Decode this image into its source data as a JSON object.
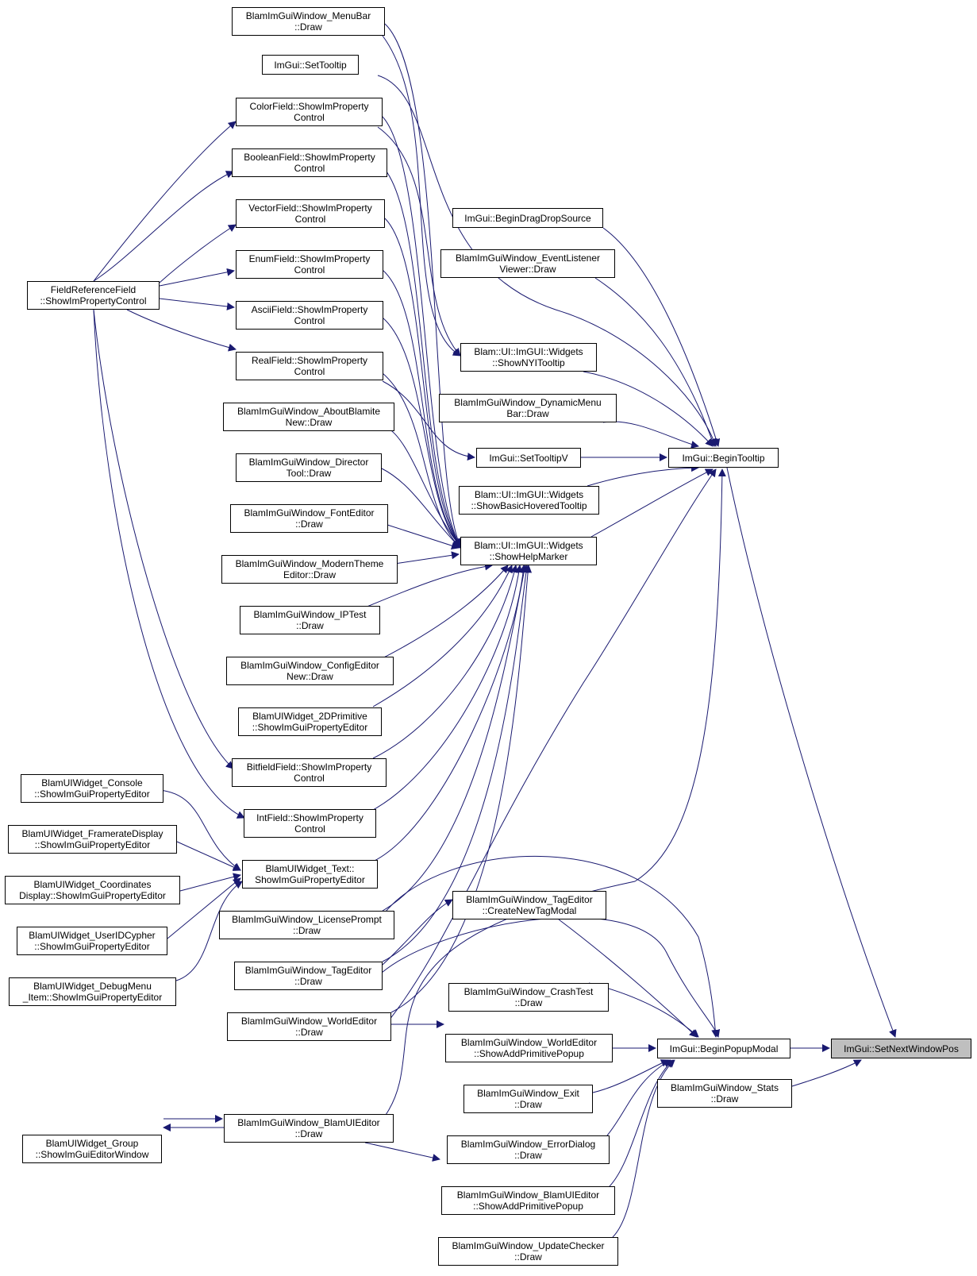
{
  "graph": {
    "nodes": [
      {
        "id": "menubar",
        "lines": [
          "BlamImGuiWindow_MenuBar",
          "::Draw"
        ]
      },
      {
        "id": "settooltip",
        "lines": [
          "ImGui::SetTooltip"
        ]
      },
      {
        "id": "colorfield",
        "lines": [
          "ColorField::ShowImProperty",
          "Control"
        ]
      },
      {
        "id": "booleanfield",
        "lines": [
          "BooleanField::ShowImProperty",
          "Control"
        ]
      },
      {
        "id": "vectorfield",
        "lines": [
          "VectorField::ShowImProperty",
          "Control"
        ]
      },
      {
        "id": "enumfield",
        "lines": [
          "EnumField::ShowImProperty",
          "Control"
        ]
      },
      {
        "id": "asciifield",
        "lines": [
          "AsciiField::ShowImProperty",
          "Control"
        ]
      },
      {
        "id": "realfield",
        "lines": [
          "RealField::ShowImProperty",
          "Control"
        ]
      },
      {
        "id": "aboutblamite",
        "lines": [
          "BlamImGuiWindow_AboutBlamite",
          "New::Draw"
        ]
      },
      {
        "id": "directortool",
        "lines": [
          "BlamImGuiWindow_Director",
          "Tool::Draw"
        ]
      },
      {
        "id": "fonteditor",
        "lines": [
          "BlamImGuiWindow_FontEditor",
          "::Draw"
        ]
      },
      {
        "id": "moderntheme",
        "lines": [
          "BlamImGuiWindow_ModernTheme",
          "Editor::Draw"
        ]
      },
      {
        "id": "iptest",
        "lines": [
          "BlamImGuiWindow_IPTest",
          "::Draw"
        ]
      },
      {
        "id": "configeditor",
        "lines": [
          "BlamImGuiWindow_ConfigEditor",
          "New::Draw"
        ]
      },
      {
        "id": "widget2d",
        "lines": [
          "BlamUIWidget_2DPrimitive",
          "::ShowImGuiPropertyEditor"
        ]
      },
      {
        "id": "bitfield",
        "lines": [
          "BitfieldField::ShowImProperty",
          "Control"
        ]
      },
      {
        "id": "intfield",
        "lines": [
          "IntField::ShowImProperty",
          "Control"
        ]
      },
      {
        "id": "widgettext",
        "lines": [
          "BlamUIWidget_Text::",
          "ShowImGuiPropertyEditor"
        ]
      },
      {
        "id": "licenseprompt",
        "lines": [
          "BlamImGuiWindow_LicensePrompt",
          "::Draw"
        ]
      },
      {
        "id": "tageditor",
        "lines": [
          "BlamImGuiWindow_TagEditor",
          "::Draw"
        ]
      },
      {
        "id": "worldeditor",
        "lines": [
          "BlamImGuiWindow_WorldEditor",
          "::Draw"
        ]
      },
      {
        "id": "bluieditor",
        "lines": [
          "BlamImGuiWindow_BlamUIEditor",
          "::Draw"
        ]
      },
      {
        "id": "fieldref",
        "lines": [
          "FieldReferenceField",
          "::ShowImPropertyControl"
        ]
      },
      {
        "id": "console",
        "lines": [
          "BlamUIWidget_Console",
          "::ShowImGuiPropertyEditor"
        ]
      },
      {
        "id": "framerate",
        "lines": [
          "BlamUIWidget_FramerateDisplay",
          "::ShowImGuiPropertyEditor"
        ]
      },
      {
        "id": "coords",
        "lines": [
          "BlamUIWidget_Coordinates",
          "Display::ShowImGuiPropertyEditor"
        ]
      },
      {
        "id": "useridc",
        "lines": [
          "BlamUIWidget_UserIDCypher",
          "::ShowImGuiPropertyEditor"
        ]
      },
      {
        "id": "debugmenu",
        "lines": [
          "BlamUIWidget_DebugMenu",
          "_Item::ShowImGuiPropertyEditor"
        ]
      },
      {
        "id": "widgetgroup",
        "lines": [
          "BlamUIWidget_Group",
          "::ShowImGuiEditorWindow"
        ]
      },
      {
        "id": "begindrag",
        "lines": [
          "ImGui::BeginDragDropSource"
        ]
      },
      {
        "id": "eventlistener",
        "lines": [
          "BlamImGuiWindow_EventListener",
          "Viewer::Draw"
        ]
      },
      {
        "id": "shownyi",
        "lines": [
          "Blam::UI::ImGUI::Widgets",
          "::ShowNYITooltip"
        ]
      },
      {
        "id": "dynmenubar",
        "lines": [
          "BlamImGuiWindow_DynamicMenu",
          "Bar::Draw"
        ]
      },
      {
        "id": "settooltipv",
        "lines": [
          "ImGui::SetTooltipV"
        ]
      },
      {
        "id": "basichovered",
        "lines": [
          "Blam::UI::ImGUI::Widgets",
          "::ShowBasicHoveredTooltip"
        ]
      },
      {
        "id": "showhelp",
        "lines": [
          "Blam::UI::ImGUI::Widgets",
          "::ShowHelpMarker"
        ]
      },
      {
        "id": "createnewtag",
        "lines": [
          "BlamImGuiWindow_TagEditor",
          "::CreateNewTagModal"
        ]
      },
      {
        "id": "crashtest",
        "lines": [
          "BlamImGuiWindow_CrashTest",
          "::Draw"
        ]
      },
      {
        "id": "weaddprim",
        "lines": [
          "BlamImGuiWindow_WorldEditor",
          "::ShowAddPrimitivePopup"
        ]
      },
      {
        "id": "exit",
        "lines": [
          "BlamImGuiWindow_Exit",
          "::Draw"
        ]
      },
      {
        "id": "errordialog",
        "lines": [
          "BlamImGuiWindow_ErrorDialog",
          "::Draw"
        ]
      },
      {
        "id": "bueaddprim",
        "lines": [
          "BlamImGuiWindow_BlamUIEditor",
          "::ShowAddPrimitivePopup"
        ]
      },
      {
        "id": "updatechecker",
        "lines": [
          "BlamImGuiWindow_UpdateChecker",
          "::Draw"
        ]
      },
      {
        "id": "begintooltip",
        "lines": [
          "ImGui::BeginTooltip"
        ]
      },
      {
        "id": "beginpopup",
        "lines": [
          "ImGui::BeginPopupModal"
        ]
      },
      {
        "id": "stats",
        "lines": [
          "BlamImGuiWindow_Stats",
          "::Draw"
        ]
      },
      {
        "id": "setnextwindowpos",
        "lines": [
          "ImGui::SetNextWindowPos"
        ],
        "focus": true
      }
    ]
  },
  "colors": {
    "edge": "#191970",
    "focus_fill": "#bfbfbf",
    "node_border": "#000000"
  }
}
